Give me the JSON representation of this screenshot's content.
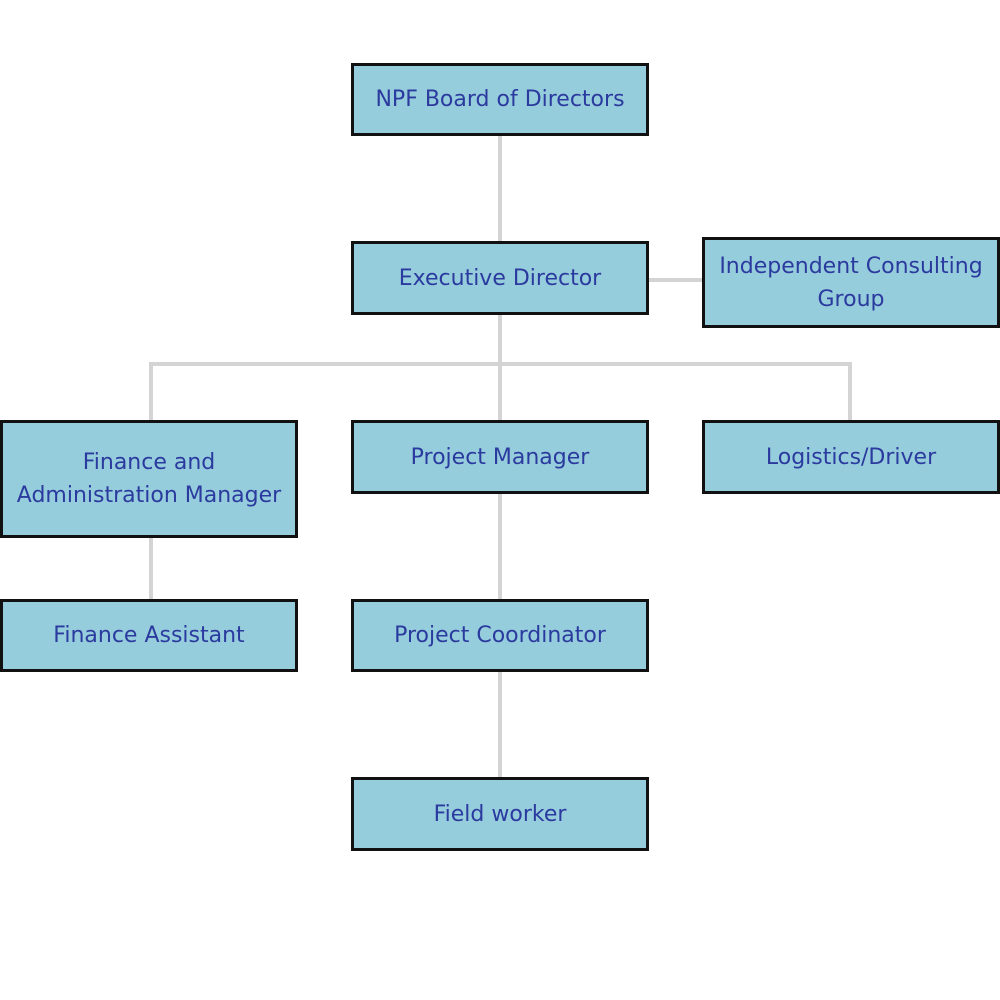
{
  "org_chart": {
    "board": "NPF Board of Directors",
    "executive_director": "Executive Director",
    "consulting_group": "Independent Consulting Group",
    "finance_manager": "Finance and Administration Manager",
    "project_manager": "Project Manager",
    "logistics": "Logistics/Driver",
    "finance_assistant": "Finance Assistant",
    "project_coordinator": "Project Coordinator",
    "field_worker": "Field worker"
  },
  "colors": {
    "box_fill": "#96cddc",
    "box_border": "#111111",
    "text": "#2b3a9e",
    "connector": "#d4d4d4"
  }
}
